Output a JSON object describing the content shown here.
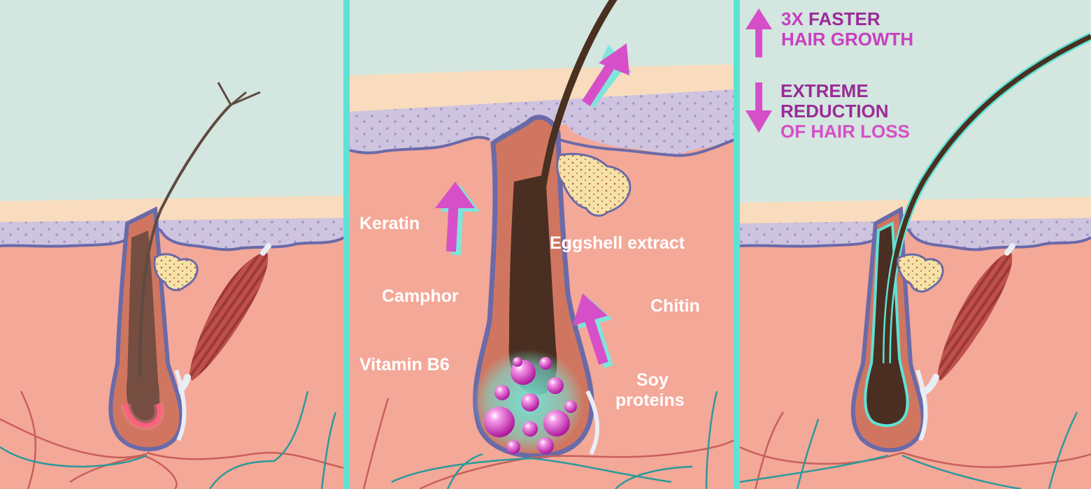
{
  "panels": [
    "weak-follicle",
    "nourished-follicle",
    "strong-follicle"
  ],
  "ingredients": {
    "keratin": "Keratin",
    "camphor": "Camphor",
    "vitamin_b6": "Vitamin B6",
    "eggshell_extract": "Eggshell extract",
    "chitin": "Chitin",
    "soy_line1": "Soy",
    "soy_line2": "proteins"
  },
  "claims": {
    "growth_prefix": "3X",
    "growth_word": "FASTER",
    "growth_line2": "HAIR GROWTH",
    "loss_line1": "EXTREME",
    "loss_line2": "REDUCTION",
    "loss_line3": "OF HAIR LOSS"
  },
  "colors": {
    "sky": "#d3e6df",
    "epidermis": "#f8dcbd",
    "dermis_band": "#cec4df",
    "skin": "#f4a898",
    "follicle_outline": "#6a6aa8",
    "hair": "#3d2a1e",
    "accent_magenta": "#c840c0",
    "accent_purple": "#9a2a98",
    "accent_cyan": "#5fe2d6",
    "gland": "#f6e2a6"
  },
  "icons": [
    "arrow-up-icon",
    "arrow-down-icon",
    "nutrient-bubble-icon"
  ]
}
